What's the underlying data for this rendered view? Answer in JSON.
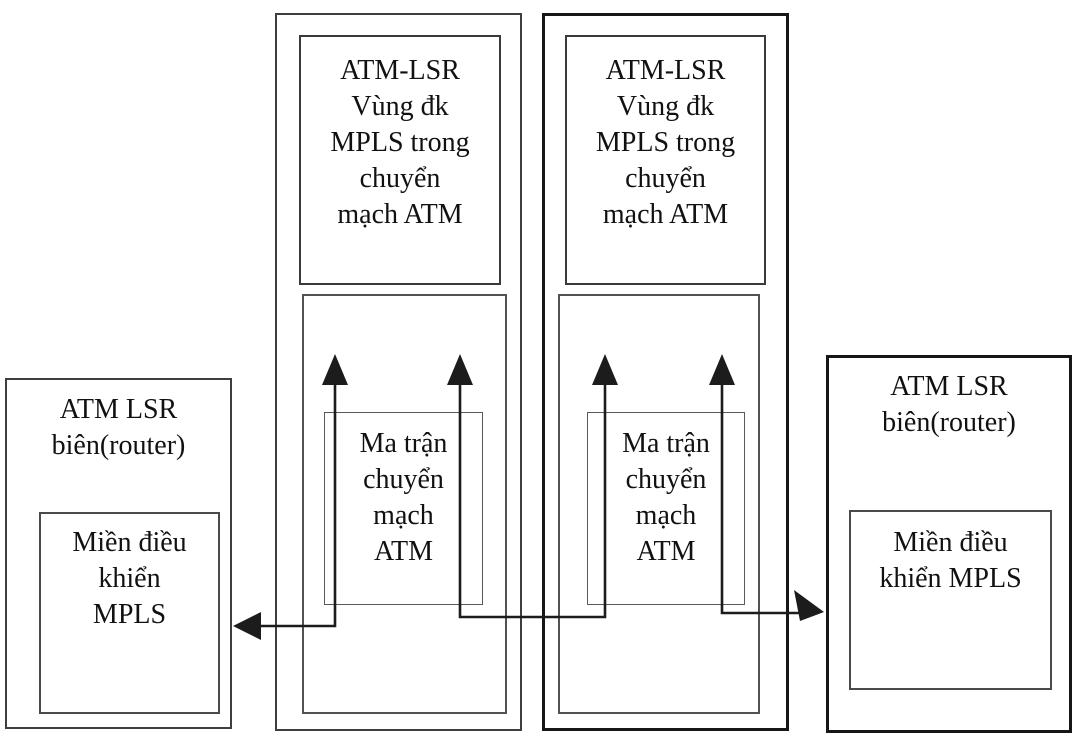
{
  "colors": {
    "background": "#ffffff",
    "text": "#111111",
    "arrow_line": "#1c1c1c"
  },
  "boxes": {
    "edge_router_left": {
      "title_lines": [
        "ATM LSR",
        "biên(router)"
      ],
      "control_domain_lines": [
        "Miền điều",
        "khiển",
        "MPLS"
      ]
    },
    "atm_lsr_1": {
      "header_lines": [
        "ATM-LSR",
        "Vùng đk",
        "MPLS trong",
        "chuyển",
        "mạch ATM"
      ],
      "switch_matrix_lines": [
        "Ma trận",
        "chuyển",
        "mạch",
        "ATM"
      ]
    },
    "atm_lsr_2": {
      "header_lines": [
        "ATM-LSR",
        "Vùng đk",
        "MPLS trong",
        "chuyển",
        "mạch ATM"
      ],
      "switch_matrix_lines": [
        "Ma trận",
        "chuyển",
        "mạch",
        "ATM"
      ]
    },
    "edge_router_right": {
      "title_lines": [
        "ATM LSR",
        "biên(router)"
      ],
      "control_domain_lines": [
        "Miền điều",
        "khiển MPLS"
      ]
    }
  },
  "arrows": {
    "lsr1_up_and_out_to_left_router": "double-headed: up through switch matrix 1 / left into edge router",
    "lsr1_lsr2_cross_connect": "double-headed U: up through matrix 1 and up through matrix 2",
    "lsr2_up_and_out_to_right_router": "double-headed: up through switch matrix 2 / right into edge router"
  }
}
